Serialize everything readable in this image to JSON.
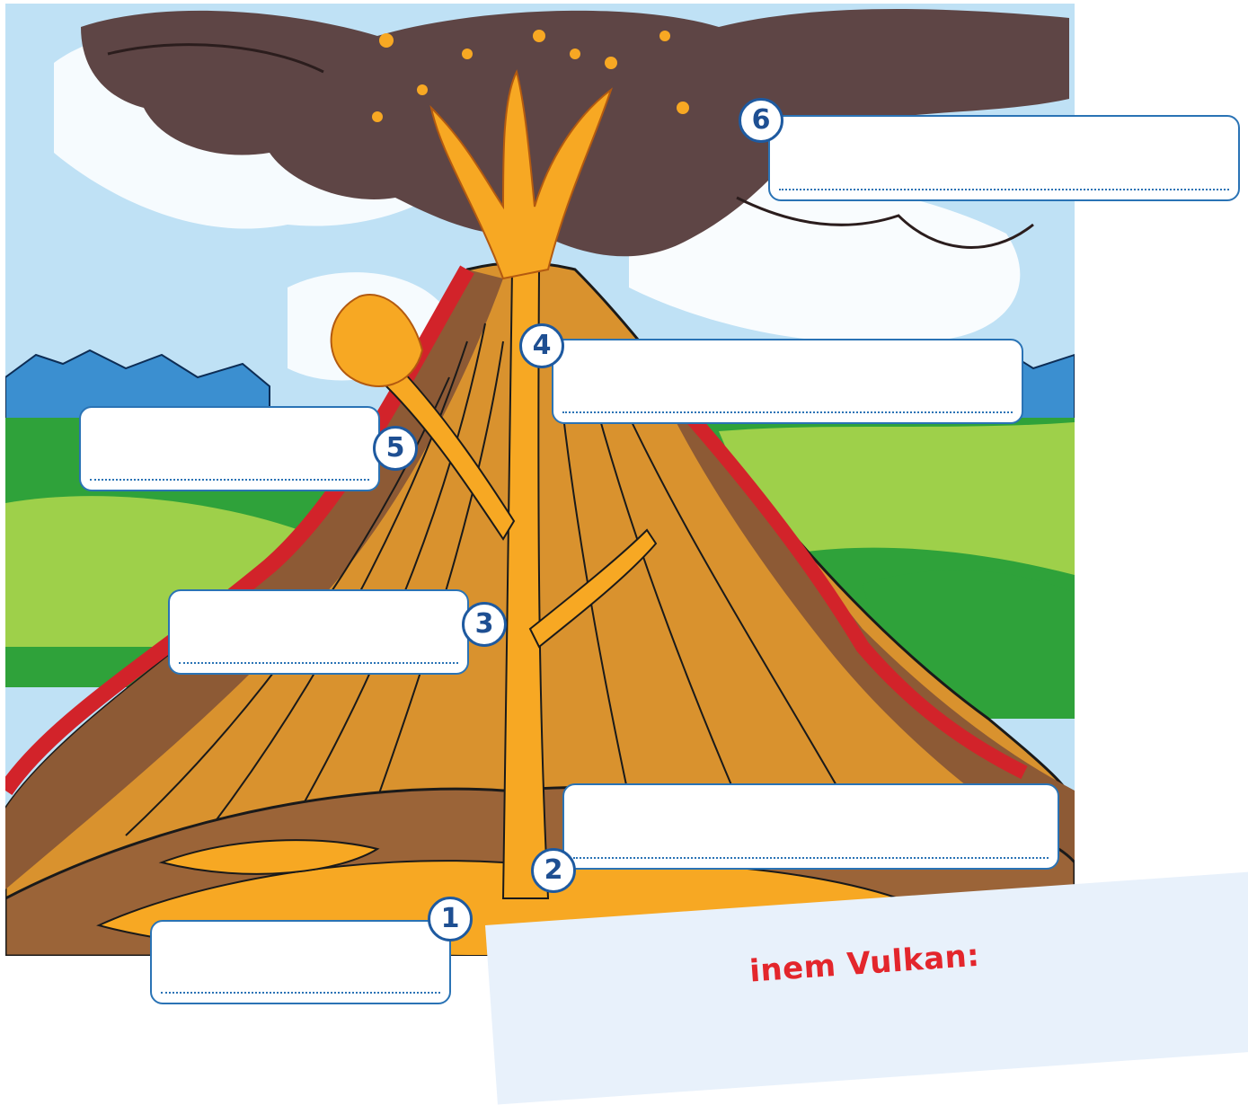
{
  "labels": [
    {
      "id": 1,
      "number": "1"
    },
    {
      "id": 2,
      "number": "2"
    },
    {
      "id": 3,
      "number": "3"
    },
    {
      "id": 4,
      "number": "4"
    },
    {
      "id": 5,
      "number": "5"
    },
    {
      "id": 6,
      "number": "6"
    }
  ],
  "card": {
    "title": "inem Vulkan:"
  },
  "colors": {
    "sky": "#bfe1f5",
    "ash_cloud": "#5e4545",
    "mountains": "#3b8fd0",
    "grass_dark": "#2fa23a",
    "grass_light": "#9ed04a",
    "volcano_body": "#d9922e",
    "volcano_slope": "#8d5a35",
    "lava_red": "#d2232a",
    "magma": "#f7a823",
    "ground": "#9b6438",
    "label_border": "#2a73b5",
    "number_text": "#1e4f92",
    "card_bg": "#e8f1fb",
    "card_title": "#e3262c"
  }
}
